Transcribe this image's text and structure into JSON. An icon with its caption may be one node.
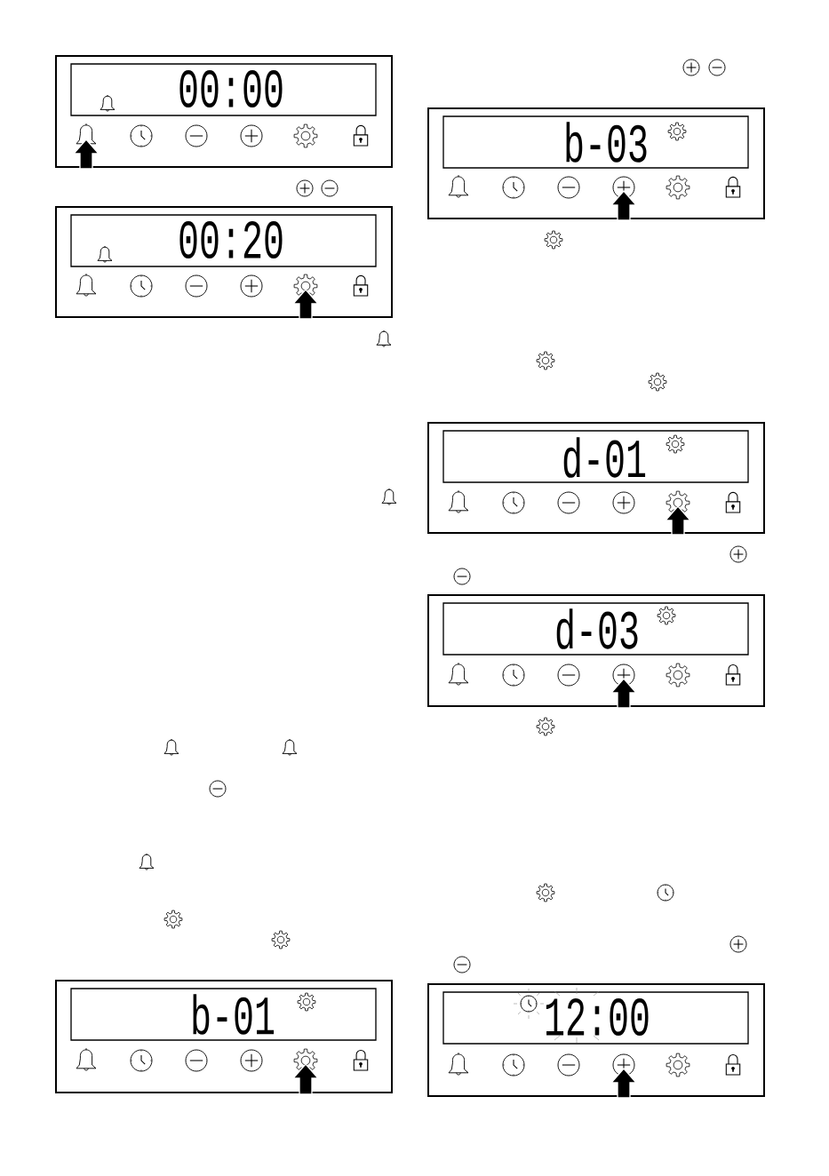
{
  "diagram": {
    "labels": [
      "00:00",
      "00:20",
      "b-01",
      "b-03",
      "d-01",
      "d-03",
      "12:00"
    ]
  }
}
